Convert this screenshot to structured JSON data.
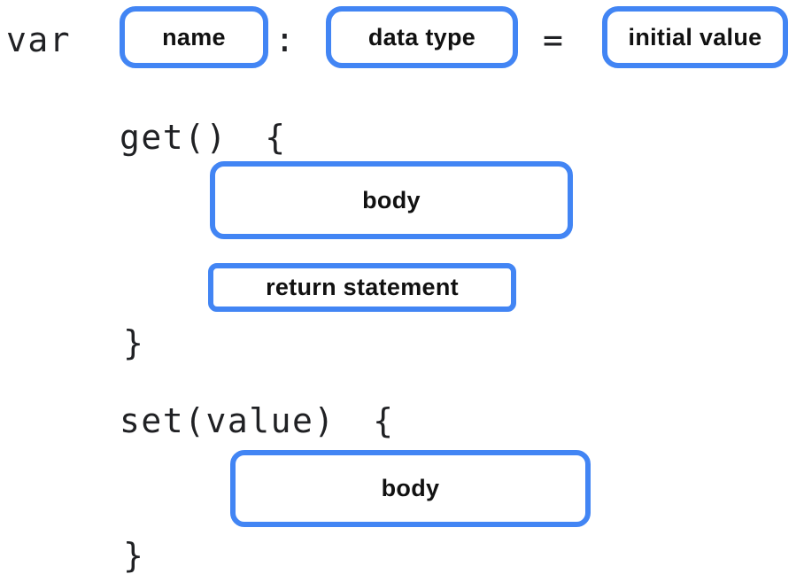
{
  "diagram": {
    "title_semantic": "variable declaration with getter and setter syntax",
    "declaration": {
      "keyword": "var",
      "colon": ":",
      "equals": "=",
      "name_label": "name",
      "data_type_label": "data type",
      "initial_value_label": "initial value"
    },
    "getter": {
      "signature": "get() {",
      "body_label": "body",
      "return_label": "return statement",
      "closing_brace": "}"
    },
    "setter": {
      "signature": "set(value) {",
      "body_label": "body",
      "closing_brace": "}"
    },
    "colors": {
      "box_border": "#4285F4",
      "text": "#202124",
      "background": "#FFFFFF"
    }
  }
}
